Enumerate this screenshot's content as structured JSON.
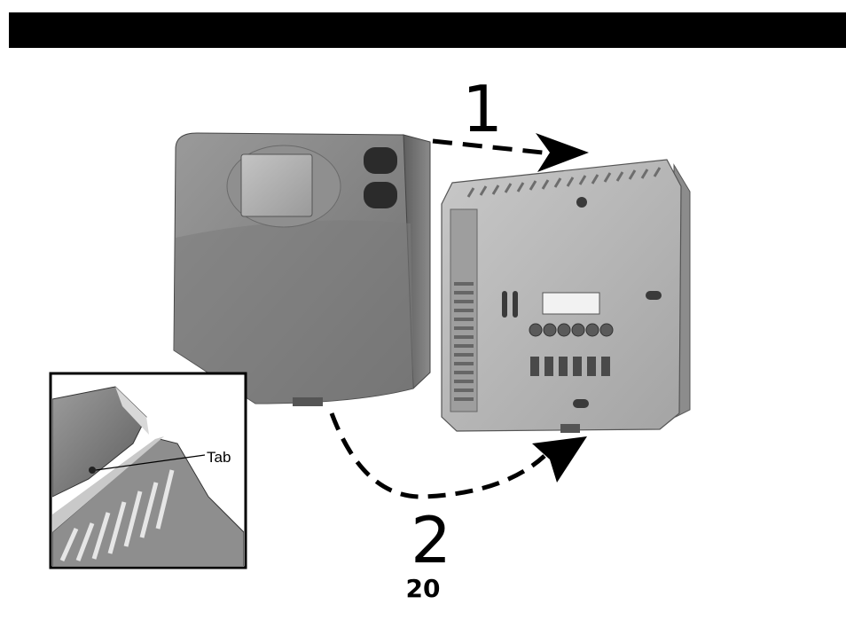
{
  "step_1_label": "1",
  "step_2_label": "2",
  "inset_callout": "Tab",
  "page_number": "20",
  "colors": {
    "header_bar": "#000000",
    "device_gray": "#8a8a8a",
    "plate_gray": "#b9b9b9"
  }
}
